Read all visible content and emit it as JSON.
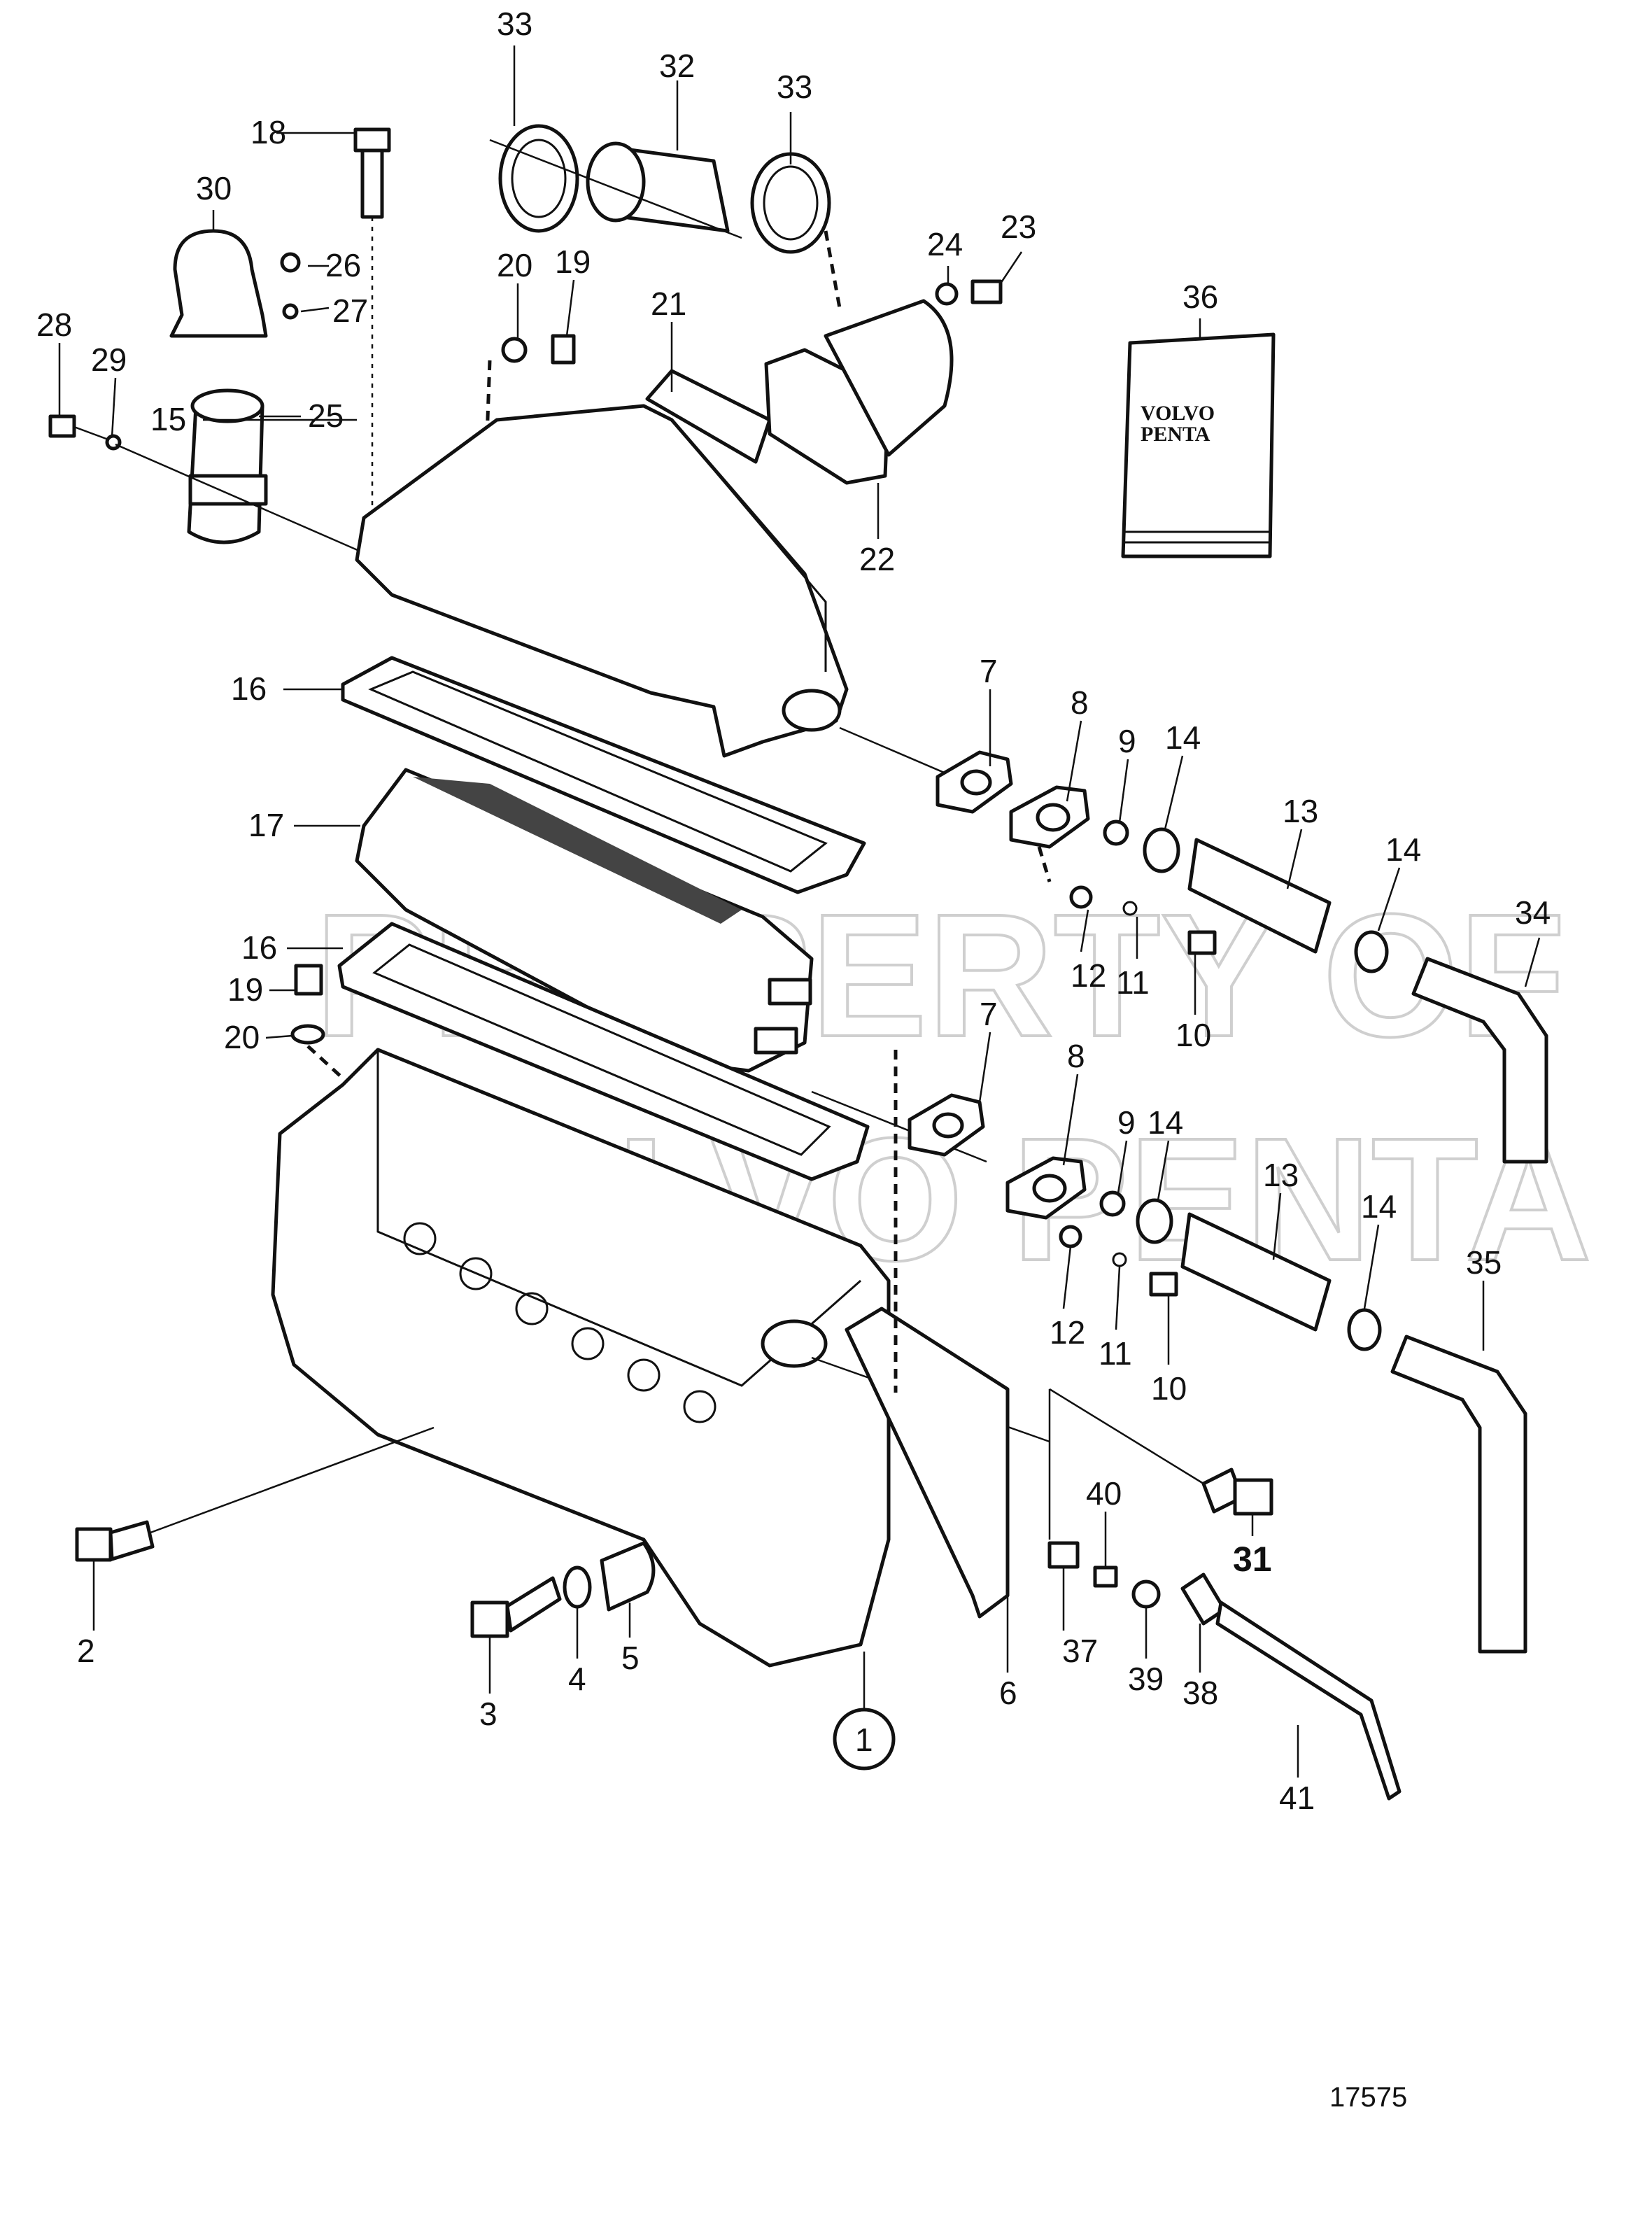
{
  "figure_number": "17575",
  "watermark": {
    "line1": "PROPERTY OF",
    "line2": "VOLVO PENTA"
  },
  "manual_label": {
    "line1": "VOLVO",
    "line2": "PENTA"
  },
  "callouts": {
    "c1": "1",
    "c2": "2",
    "c3": "3",
    "c4": "4",
    "c5": "5",
    "c6": "6",
    "c7a": "7",
    "c7b": "7",
    "c8a": "8",
    "c8b": "8",
    "c9a": "9",
    "c9b": "9",
    "c10a": "10",
    "c10b": "10",
    "c11a": "11",
    "c11b": "11",
    "c12a": "12",
    "c12b": "12",
    "c13a": "13",
    "c13b": "13",
    "c14a": "14",
    "c14b": "14",
    "c14c": "14",
    "c14d": "14",
    "c15": "15",
    "c16a": "16",
    "c16b": "16",
    "c17": "17",
    "c18": "18",
    "c19a": "19",
    "c19b": "19",
    "c20a": "20",
    "c20b": "20",
    "c21": "21",
    "c22": "22",
    "c23": "23",
    "c24": "24",
    "c25": "25",
    "c26": "26",
    "c27": "27",
    "c28": "28",
    "c29": "29",
    "c30": "30",
    "c31": "31",
    "c32": "32",
    "c33a": "33",
    "c33b": "33",
    "c34": "34",
    "c35": "35",
    "c36": "36",
    "c37": "37",
    "c38": "38",
    "c39": "39",
    "c40": "40",
    "c41": "41"
  }
}
